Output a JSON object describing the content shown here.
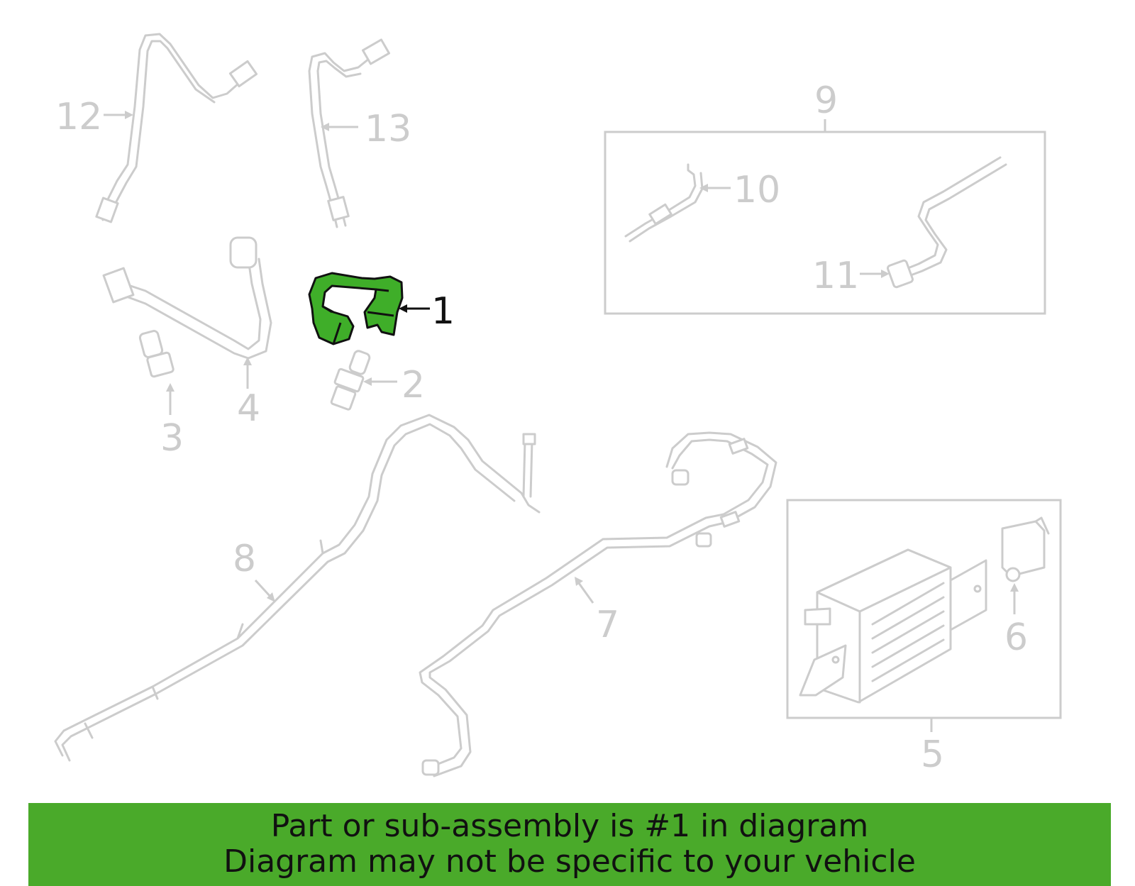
{
  "diagram": {
    "callouts": {
      "c1": "1",
      "c2": "2",
      "c3": "3",
      "c4": "4",
      "c5": "5",
      "c6": "6",
      "c7": "7",
      "c8": "8",
      "c9": "9",
      "c10": "10",
      "c11": "11",
      "c12": "12",
      "c13": "13"
    },
    "highlighted_part": "1",
    "colors": {
      "highlight": "#3fae29",
      "parts": "#cccccc",
      "banner": "#4aaa2a"
    }
  },
  "banner": {
    "line1": "Part or sub-assembly is #1 in diagram",
    "line2": "Diagram may not be specific to your vehicle"
  }
}
